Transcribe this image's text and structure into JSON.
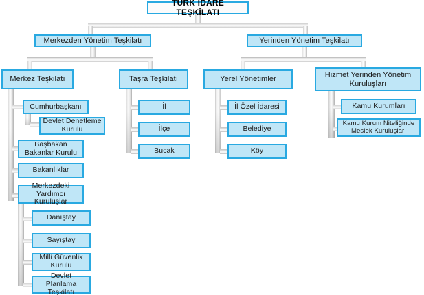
{
  "meta": {
    "diagram_title": "TÜRK İDARE TEŞKİLATI",
    "language": "tr",
    "type": "organizational-hierarchy-chart"
  },
  "colors": {
    "box_fill": "#bfe6f7",
    "box_border": "#29a9e1",
    "title_fill": "#fbfbfb",
    "text": "#1a1a1a",
    "connector": "#d4d4d4",
    "background": "#ffffff"
  },
  "root": {
    "label": "TÜRK İDARE TEŞKİLATI"
  },
  "level2": {
    "merkezden": {
      "label": "Merkezden Yönetim Teşkilatı"
    },
    "yerinden": {
      "label": "Yerinden Yönetim Teşkilatı"
    }
  },
  "level3": {
    "merkez": {
      "label": "Merkez Teşkilatı"
    },
    "tasra": {
      "label": "Taşra Teşkilatı"
    },
    "yerel": {
      "label": "Yerel Yönetimler"
    },
    "hizmet": {
      "label": "Hizmet Yerinden Yönetim Kuruluşları"
    }
  },
  "merkez_children": [
    {
      "label": "Cumhurbaşkanı"
    },
    {
      "label": "Devlet Denetleme Kurulu"
    },
    {
      "label": "Başbakan Bakanlar Kurulu"
    },
    {
      "label": "Bakanlıklar"
    },
    {
      "label": "Merkezdeki Yardımcı Kuruluşlar"
    }
  ],
  "yardimci_children": [
    {
      "label": "Danıştay"
    },
    {
      "label": "Sayıştay"
    },
    {
      "label": "Milli Güvenlik Kurulu"
    },
    {
      "label": "Devlet Planlama Teşkilatı"
    }
  ],
  "tasra_children": [
    {
      "label": "İl"
    },
    {
      "label": "İlçe"
    },
    {
      "label": "Bucak"
    }
  ],
  "yerel_children": [
    {
      "label": "İl Özel İdaresi"
    },
    {
      "label": "Belediye"
    },
    {
      "label": "Köy"
    }
  ],
  "hizmet_children": [
    {
      "label": "Kamu Kurumları"
    },
    {
      "label": "Kamu Kurum Niteliğinde Meslek Kuruluşları"
    }
  ]
}
